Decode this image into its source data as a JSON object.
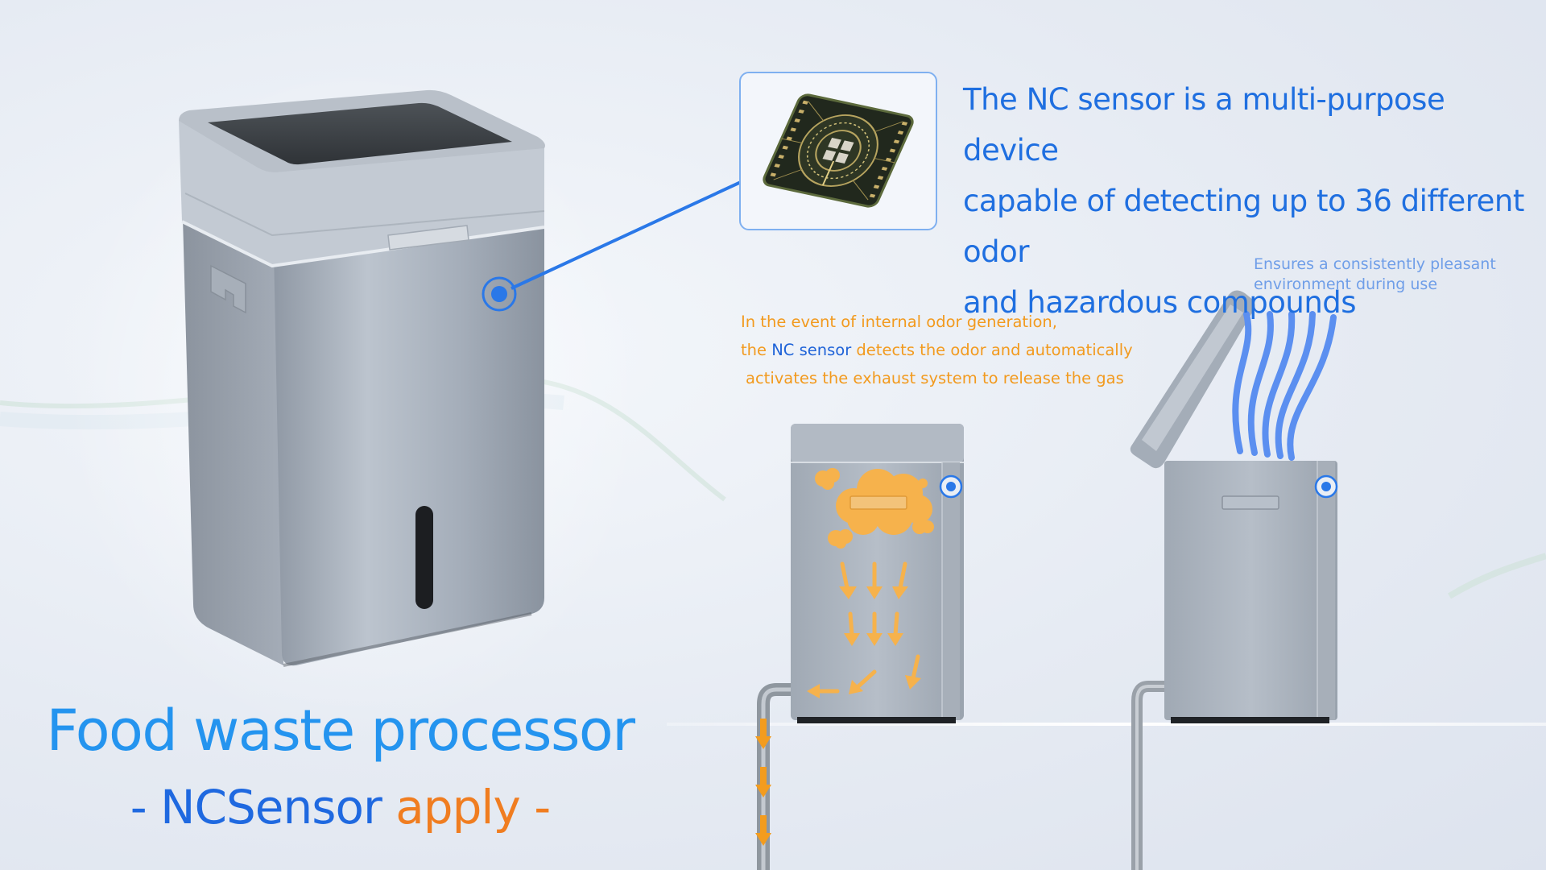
{
  "headline": {
    "line1": "The NC sensor is a multi-purpose device",
    "line2": "capable of detecting up to 36 different odor",
    "line3": "and hazardous compounds"
  },
  "ensure_note": {
    "line1": "Ensures a consistently pleasant",
    "line2": "environment during use"
  },
  "event_note": {
    "line1": "In the event of internal odor generation,",
    "line2_prefix": "the ",
    "line2_highlight": "NC sensor",
    "line2_suffix": " detects the odor and automatically",
    "line3": "activates the exhaust system to release the gas"
  },
  "title": {
    "main": "Food waste processor",
    "sub_dash_left": "- ",
    "sub_blue": "NCSensor",
    "sub_orange": " apply",
    "sub_dash_right": " -"
  },
  "colors": {
    "accent_blue": "#1f6fe0",
    "title_blue": "#2494ef",
    "odor_orange": "#f29a1e",
    "apply_orange": "#f07d20",
    "fresh_air_blue": "#5b8ff0",
    "bin_silver": "#a7b0bc"
  },
  "icons": {
    "sensor_chip": "sensor-chip-icon",
    "sensor_marker": "sensor-marker-icon",
    "odor_cloud": "odor-cloud-icon",
    "exhaust_arrow": "exhaust-arrow-icon",
    "fresh_air": "fresh-air-waves-icon"
  }
}
